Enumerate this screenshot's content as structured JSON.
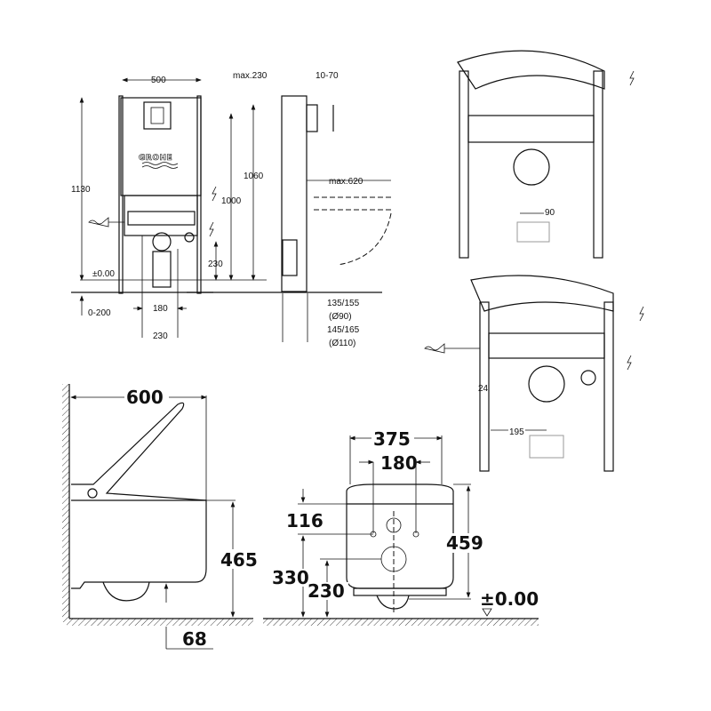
{
  "brand_logo": "GROHE",
  "frame_front_view": {
    "width": "500",
    "height_total": "1130",
    "height_actuator": "1000",
    "height_frame": "1060",
    "outlet_height": "230",
    "zero_level": "±0.00",
    "floor_adjust": "0-200",
    "bolt_spacing": "180",
    "outlet_spacing": "230"
  },
  "frame_side_view": {
    "max_depth": "max.230",
    "plate_offset": "10-70",
    "max_projection": "max.620",
    "wall_90": "135/155",
    "pipe_90": "(Ø90)",
    "wall_110": "145/165",
    "pipe_110": "(Ø110)"
  },
  "frame_detail_top": {
    "offset": "90"
  },
  "frame_detail_bottom": {
    "offset_a": "24",
    "offset_b": "195"
  },
  "toilet_side_view": {
    "depth": "600",
    "height": "465",
    "bottom_offset": "68"
  },
  "toilet_front_view": {
    "width": "375",
    "bolt_spacing": "180",
    "inlet_height_offset": "116",
    "total_height": "459",
    "bolt_height": "330",
    "outlet_height": "230",
    "zero_level": "±0.00"
  }
}
